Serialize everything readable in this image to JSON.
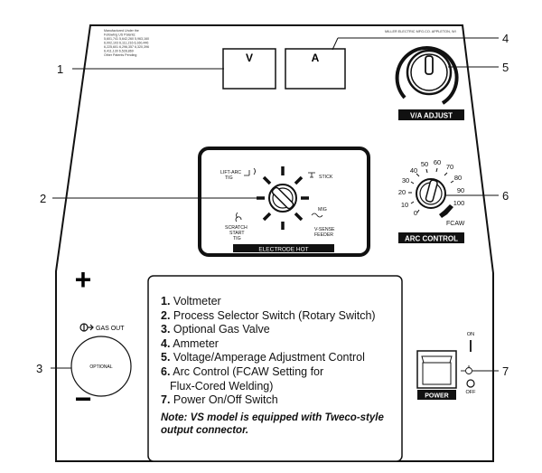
{
  "panel": {
    "patents_text": [
      "Manufactured Under the",
      "Following US Patents:",
      "5,601,741  5,642,260  5,963,160",
      "6,002,103  6,111,216  6,160,446",
      "6,225,601  6,296,357  6,320,396",
      "6,411,130  6,528,869",
      "Other Patents Pending"
    ],
    "manufacturer_text": "MILLER ELECTRIC MFG.CO. APPLETON, WI"
  },
  "meters": {
    "voltmeter_label": "V",
    "ammeter_label": "A"
  },
  "va_adjust": {
    "label": "V/A ADJUST"
  },
  "arc_control": {
    "label": "ARC CONTROL",
    "dial_numbers": [
      "0",
      "10",
      "20",
      "30",
      "40",
      "50",
      "60",
      "70",
      "80",
      "90",
      "100"
    ],
    "fcaw_label": "FCAW"
  },
  "selector": {
    "hot_label": "ELECTRODE HOT",
    "lift_arc_tig": [
      "LIFT-ARC",
      "TIG"
    ],
    "stick": "STICK",
    "scratch_start_tig": [
      "SCRATCH",
      "START",
      "TIG"
    ],
    "mig": "MIG",
    "v_sense_feeder": [
      "V-SENSE",
      "FEEDER"
    ]
  },
  "terminals": {
    "plus": "+",
    "minus": "−"
  },
  "gas_valve": {
    "gas_out_label": "GAS OUT",
    "optional_label": "OPTIONAL"
  },
  "power": {
    "on_label": "ON",
    "off_label": "OFF",
    "button_label": "POWER"
  },
  "callouts": {
    "n1": "1",
    "n2": "2",
    "n3": "3",
    "n4": "4",
    "n5": "5",
    "n6": "6",
    "n7": "7"
  },
  "legend": {
    "items": [
      {
        "num": "1.",
        "text": "Voltmeter"
      },
      {
        "num": "2.",
        "text": "Process Selector Switch (Rotary Switch)"
      },
      {
        "num": "3.",
        "text": "Optional Gas Valve"
      },
      {
        "num": "4.",
        "text": "Ammeter"
      },
      {
        "num": "5.",
        "text": "Voltage/Amperage Adjustment Control"
      },
      {
        "num": "6.",
        "text": "Arc Control (FCAW Setting for"
      }
    ],
    "item6_cont": "Flux-Cored Welding)",
    "item7": {
      "num": "7.",
      "text": "Power On/Off Switch"
    },
    "note_line1": "Note: VS model is equipped with Tweco-style",
    "note_line2": "output connector."
  }
}
